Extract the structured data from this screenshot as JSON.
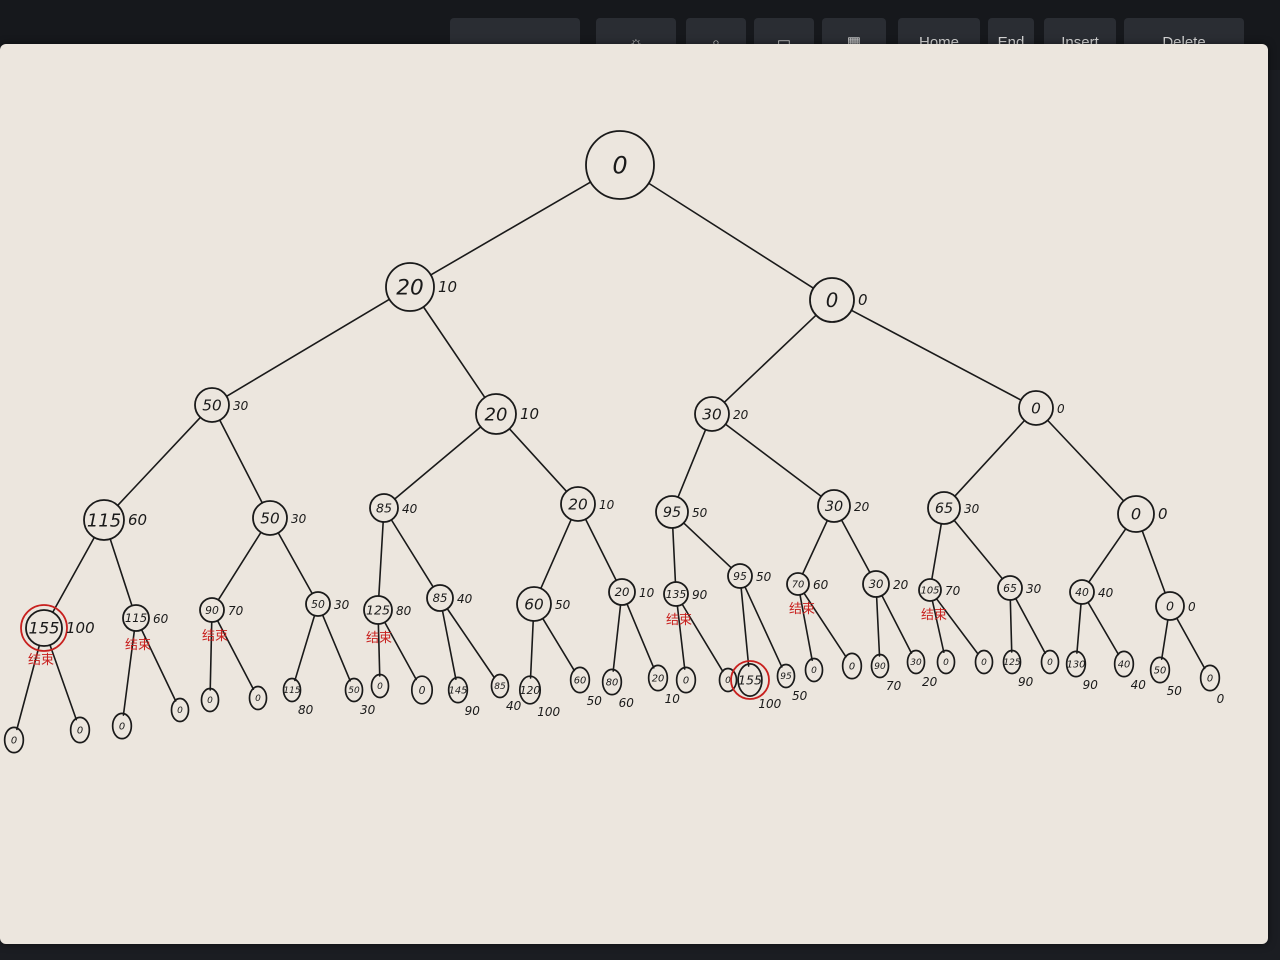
{
  "keyboard": {
    "keys": [
      {
        "name": "key-blank-1",
        "label": ""
      },
      {
        "name": "key-search",
        "label": ""
      },
      {
        "name": "key-window",
        "label": ""
      },
      {
        "name": "key-tiles",
        "label": ""
      },
      {
        "name": "key-home",
        "label": "Home"
      },
      {
        "name": "key-end",
        "label": "End"
      },
      {
        "name": "key-insert",
        "label": "Insert"
      },
      {
        "name": "key-delete",
        "label": "Delete"
      }
    ]
  },
  "tree": {
    "ink_color": "#1a1a1a",
    "highlight_color": "#c8201e",
    "nodes": [
      {
        "id": "root",
        "value": "0",
        "weight": ""
      },
      {
        "id": "n1",
        "value": "20",
        "weight": "10",
        "parent": "root"
      },
      {
        "id": "n2",
        "value": "0",
        "weight": "0",
        "parent": "root"
      },
      {
        "id": "n3",
        "value": "50",
        "weight": "30",
        "parent": "n1"
      },
      {
        "id": "n4",
        "value": "20",
        "weight": "10",
        "parent": "n1"
      },
      {
        "id": "n5",
        "value": "30",
        "weight": "20",
        "parent": "n2"
      },
      {
        "id": "n6",
        "value": "0",
        "weight": "0",
        "parent": "n2"
      },
      {
        "id": "n7",
        "value": "115",
        "weight": "60",
        "parent": "n3"
      },
      {
        "id": "n8",
        "value": "50",
        "weight": "30",
        "parent": "n3"
      },
      {
        "id": "n9",
        "value": "85",
        "weight": "40",
        "parent": "n4"
      },
      {
        "id": "n10",
        "value": "20",
        "weight": "10",
        "parent": "n4"
      },
      {
        "id": "n11",
        "value": "95",
        "weight": "50",
        "parent": "n5"
      },
      {
        "id": "n12",
        "value": "30",
        "weight": "20",
        "parent": "n5"
      },
      {
        "id": "n13",
        "value": "65",
        "weight": "30",
        "parent": "n6"
      },
      {
        "id": "n14",
        "value": "0",
        "weight": "0",
        "parent": "n6"
      },
      {
        "id": "n15",
        "value": "155",
        "weight": "100",
        "parent": "n7",
        "circled": true,
        "note": "结束"
      },
      {
        "id": "n16",
        "value": "115",
        "weight": "60",
        "parent": "n7",
        "note": "结束"
      },
      {
        "id": "n17",
        "value": "90",
        "weight": "70",
        "parent": "n8",
        "note": "结束"
      },
      {
        "id": "n18",
        "value": "50",
        "weight": "30",
        "parent": "n8"
      },
      {
        "id": "n19",
        "value": "125",
        "weight": "80",
        "parent": "n9",
        "note": "结束"
      },
      {
        "id": "n20",
        "value": "85",
        "weight": "40",
        "parent": "n9"
      },
      {
        "id": "n21",
        "value": "60",
        "weight": "50",
        "parent": "n10"
      },
      {
        "id": "n22",
        "value": "20",
        "weight": "10",
        "parent": "n10"
      },
      {
        "id": "n23",
        "value": "135",
        "weight": "90",
        "parent": "n11",
        "note": "结束"
      },
      {
        "id": "n24",
        "value": "95",
        "weight": "50",
        "parent": "n11"
      },
      {
        "id": "n25",
        "value": "70",
        "weight": "60",
        "parent": "n12",
        "note": "结束"
      },
      {
        "id": "n26",
        "value": "30",
        "weight": "20",
        "parent": "n12"
      },
      {
        "id": "n27",
        "value": "105",
        "weight": "70",
        "parent": "n13",
        "note": "结束"
      },
      {
        "id": "n28",
        "value": "65",
        "weight": "30",
        "parent": "n13"
      },
      {
        "id": "n29",
        "value": "40",
        "weight": "40",
        "parent": "n14"
      },
      {
        "id": "n30",
        "value": "0",
        "weight": "0",
        "parent": "n14"
      },
      {
        "id": "l1",
        "value": "0",
        "weight": "",
        "parent": "n15"
      },
      {
        "id": "l2",
        "value": "0",
        "weight": "",
        "parent": "n15"
      },
      {
        "id": "l3",
        "value": "0",
        "weight": "",
        "parent": "n16"
      },
      {
        "id": "l4",
        "value": "0",
        "weight": "",
        "parent": "n16"
      },
      {
        "id": "l5",
        "value": "0",
        "weight": "",
        "parent": "n17"
      },
      {
        "id": "l6",
        "value": "0",
        "weight": "",
        "parent": "n17"
      },
      {
        "id": "l7",
        "value": "115",
        "weight": "80",
        "parent": "n18"
      },
      {
        "id": "l8",
        "value": "50",
        "weight": "30",
        "parent": "n18"
      },
      {
        "id": "l9",
        "value": "0",
        "weight": "",
        "parent": "n19"
      },
      {
        "id": "l10",
        "value": "0",
        "weight": "",
        "parent": "n19"
      },
      {
        "id": "l11",
        "value": "145",
        "weight": "90",
        "parent": "n20"
      },
      {
        "id": "l12",
        "value": "85",
        "weight": "40",
        "parent": "n20"
      },
      {
        "id": "l13",
        "value": "120",
        "weight": "100",
        "parent": "n21"
      },
      {
        "id": "l14",
        "value": "60",
        "weight": "50",
        "parent": "n21"
      },
      {
        "id": "l15",
        "value": "80",
        "weight": "60",
        "parent": "n22"
      },
      {
        "id": "l16",
        "value": "20",
        "weight": "10",
        "parent": "n22"
      },
      {
        "id": "l17",
        "value": "0",
        "weight": "",
        "parent": "n23"
      },
      {
        "id": "l18",
        "value": "0",
        "weight": "",
        "parent": "n23"
      },
      {
        "id": "l19",
        "value": "155",
        "weight": "100",
        "parent": "n24",
        "circled": true
      },
      {
        "id": "l20",
        "value": "95",
        "weight": "50",
        "parent": "n24"
      },
      {
        "id": "l21",
        "value": "0",
        "weight": "",
        "parent": "n25"
      },
      {
        "id": "l22",
        "value": "0",
        "weight": "",
        "parent": "n25"
      },
      {
        "id": "l23",
        "value": "90",
        "weight": "70",
        "parent": "n26"
      },
      {
        "id": "l24",
        "value": "30",
        "weight": "20",
        "parent": "n26"
      },
      {
        "id": "l25",
        "value": "0",
        "weight": "",
        "parent": "n27"
      },
      {
        "id": "l26",
        "value": "0",
        "weight": "",
        "parent": "n27"
      },
      {
        "id": "l27",
        "value": "125",
        "weight": "90",
        "parent": "n28"
      },
      {
        "id": "l28",
        "value": "0",
        "weight": "",
        "parent": "n28"
      },
      {
        "id": "l29",
        "value": "130",
        "weight": "90",
        "parent": "n29"
      },
      {
        "id": "l30",
        "value": "40",
        "weight": "40",
        "parent": "n29"
      },
      {
        "id": "l31",
        "value": "50",
        "weight": "50",
        "parent": "n30"
      },
      {
        "id": "l32",
        "value": "0",
        "weight": "0",
        "parent": "n30"
      }
    ]
  }
}
